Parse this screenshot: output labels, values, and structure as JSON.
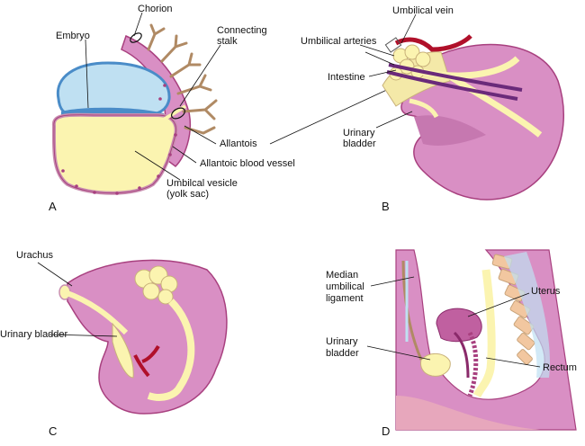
{
  "panels": [
    {
      "letter": "A"
    },
    {
      "letter": "B"
    },
    {
      "letter": "C"
    },
    {
      "letter": "D"
    }
  ],
  "labels": {
    "chorion": "Chorion",
    "embryo": "Embryo",
    "connecting_stalk_1": "Connecting",
    "connecting_stalk_2": "stalk",
    "allantois": "Allantois",
    "allantoic_blood_vessel": "Allantoic blood vessel",
    "umbilical_vesicle_1": "Umbilcal vesicle",
    "umbilical_vesicle_2": "(yolk sac)",
    "umbilical_vein": "Umbilical vein",
    "umbilical_arteries": "Umbilical arteries",
    "intestine": "Intestine",
    "urinary_bladder_b_1": "Urinary",
    "urinary_bladder_b_2": "bladder",
    "urachus": "Urachus",
    "urinary_bladder_c": "Urinary bladder",
    "median_lig_1": "Median",
    "median_lig_2": "umbilical",
    "median_lig_3": "ligament",
    "uterus": "Uterus",
    "urinary_bladder_d_1": "Urinary",
    "urinary_bladder_d_2": "bladder",
    "rectum": "Rectum"
  },
  "colors": {
    "pink_tissue": "#d98fc4",
    "pink_dark": "#a8407f",
    "yolk": "#fbf4b0",
    "amnion_blue": "#bfe0f2",
    "amnion_outline": "#4a8cc8",
    "vein_red": "#b0102a",
    "artery_purple": "#6a2a7a",
    "chorion_brown": "#b08a64"
  }
}
